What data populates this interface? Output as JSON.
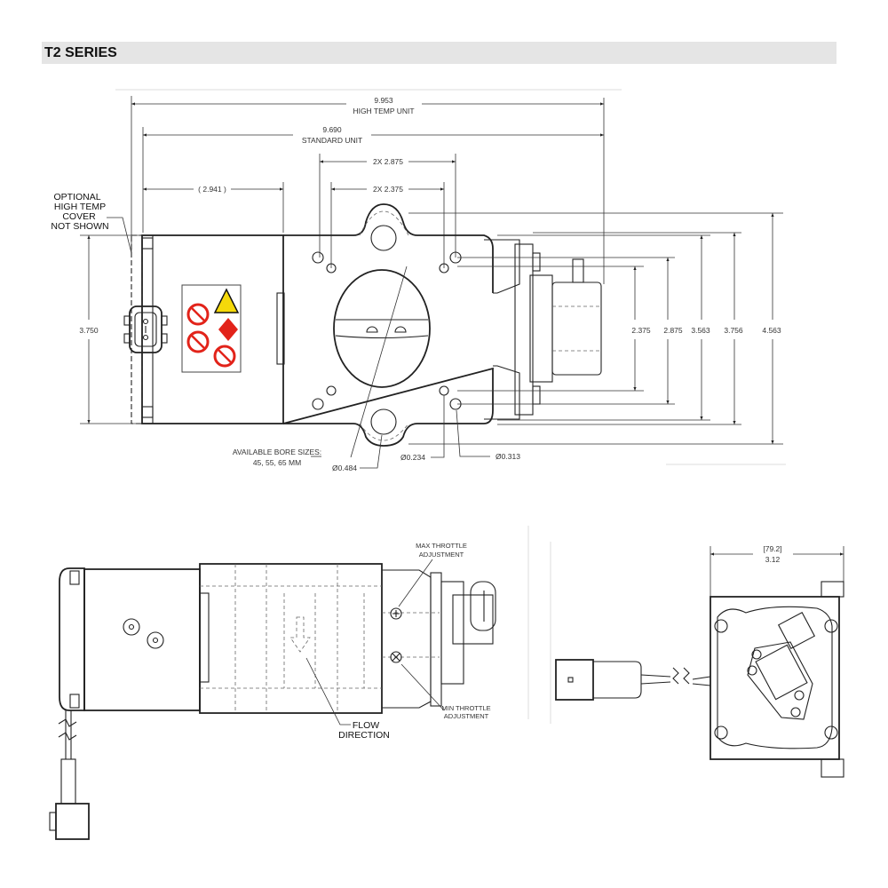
{
  "header": {
    "title": "T2 SERIES"
  },
  "top_view": {
    "dim_overall_high_temp": {
      "value": "9.953",
      "label": "HIGH TEMP UNIT"
    },
    "dim_overall_standard": {
      "value": "9.690",
      "label": "STANDARD UNIT"
    },
    "dim_2875": "2X 2.875",
    "dim_2375": "2X 2.375",
    "dim_2941": "( 2.941 )",
    "dim_height_left": "3.750",
    "dims_right": [
      "2.375",
      "2.875",
      "3.563",
      "3.756",
      "4.563"
    ],
    "cover_note": [
      "OPTIONAL",
      "HIGH TEMP",
      "COVER",
      "NOT SHOWN"
    ],
    "bore_note": [
      "AVAILABLE BORE SIZES:",
      "45, 55, 65 MM"
    ],
    "dia_0484": "Ø0.484",
    "dia_0234": "Ø0.234",
    "dia_0313": "Ø0.313",
    "colors": {
      "warning_red": "#e2231a",
      "warning_yellow": "#f5d90a"
    }
  },
  "side_view": {
    "max_throttle": [
      "MAX THROTTLE",
      "ADJUSTMENT"
    ],
    "min_throttle": [
      "MIN THROTTLE",
      "ADJUSTMENT"
    ],
    "flow": [
      "FLOW",
      "DIRECTION"
    ]
  },
  "end_view": {
    "dim_mm": "[79.2]",
    "dim_in": "3.12"
  }
}
